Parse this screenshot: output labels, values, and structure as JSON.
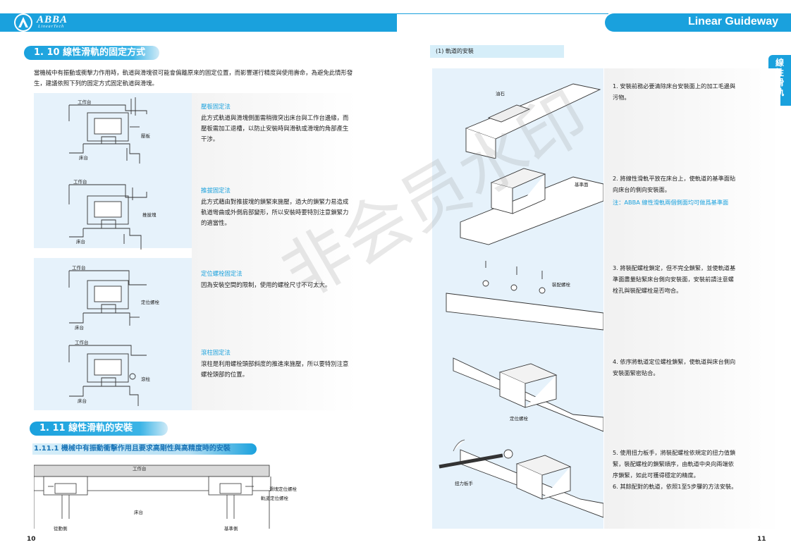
{
  "header": {
    "brand": "ABBA",
    "brand_sub": "LinearTech",
    "title": "Linear Guideway",
    "brand_color": "#1aa1dd"
  },
  "side_tab": [
    "線",
    "性",
    "滑",
    "軌"
  ],
  "left_page": {
    "section_1_10": "1. 10  線性滑軌的固定方式",
    "intro": "當機械中有振動或衝擊力作用時，軌道與滑塊很可能會偏離原來的固定位置，而影響運行精度與使用壽命，為避免此情形發生，建議依照下列的固定方式固定軌道與滑塊。",
    "methods": [
      {
        "title": "壓板固定法",
        "body": "此方式軌道與滑塊側面需稍微突出床台與工作台邊緣，而壓板需加工退槽，以防止安裝時與滑軌或滑塊的角部產生干涉。",
        "labels": {
          "top": "工作台",
          "side": "壓板",
          "bottom": "床台"
        }
      },
      {
        "title": "推拔固定法",
        "body": "此方式藉由對推拔塊的鎖緊來施壓，過大的鎖緊力易造成軌道彎曲或外側肩部變形，所以安裝時要特別注意鎖緊力的適當性。",
        "labels": {
          "top": "工作台",
          "side": "推拔塊",
          "bottom": "床台"
        }
      },
      {
        "title": "定位螺栓固定法",
        "body": "因為安裝空間的限制，使用的螺栓尺寸不可太大。",
        "labels": {
          "top": "工作台",
          "side": "定位螺栓",
          "bottom": "床台"
        }
      },
      {
        "title": "滾柱固定法",
        "body": "滾柱是利用螺栓頭部斜度的推進來施壓，所以要特別注意螺栓頭部的位置。",
        "labels": {
          "top": "工作台",
          "side": "滾柱",
          "bottom": "床台"
        }
      }
    ],
    "section_1_11": "1. 11  線性滑軌的安裝",
    "sub_1_11_1": "1.11.1   機械中有振動衝擊作用且要求高剛性與高精度時的安裝",
    "assembly_labels": {
      "table": "工作台",
      "bed": "床台",
      "slider_bolt": "滑塊定位螺栓",
      "rail_bolt": "軌道定位螺栓",
      "driven_side": "從動側",
      "reference_side": "基準側"
    },
    "page_number": "10"
  },
  "right_page": {
    "subsection": "(1) 軌道的安裝",
    "image_labels": [
      "油石",
      "基準面",
      "裝配螺栓",
      "定位螺栓",
      "扭力板手"
    ],
    "steps": [
      {
        "lines": [
          "1. 安裝前務必要清除床台安裝面上的加工毛邊與污物。"
        ]
      },
      {
        "lines": [
          "2. 將線性滑軌平放在床台上，使軌道的基準面貼向床台的側向安裝面。"
        ],
        "note": "注：ABBA 線性滑軌兩個側面均可做爲基準面"
      },
      {
        "lines": [
          "3. 將裝配螺栓鎖定，但不完全鎖緊，並使軌道基準面盡量貼緊床台側向安裝面，安裝前請注意螺栓孔與裝配螺栓是否吻合。"
        ]
      },
      {
        "lines": [
          "4. 依序將軌道定位螺栓鎖緊，使軌道與床台側向安裝面緊密貼合。"
        ]
      },
      {
        "lines": [
          "5. 使用扭力板手，將裝配螺栓依規定的扭力值鎖緊，裝配螺栓的鎖緊順序，由軌道中央向兩端依序鎖緊，如此可獲得穩定的精度。",
          "6. 其餘配對的軌道，依照1至5步驟的方法安裝。"
        ]
      }
    ],
    "page_number": "11"
  },
  "watermark": "非会员水印"
}
